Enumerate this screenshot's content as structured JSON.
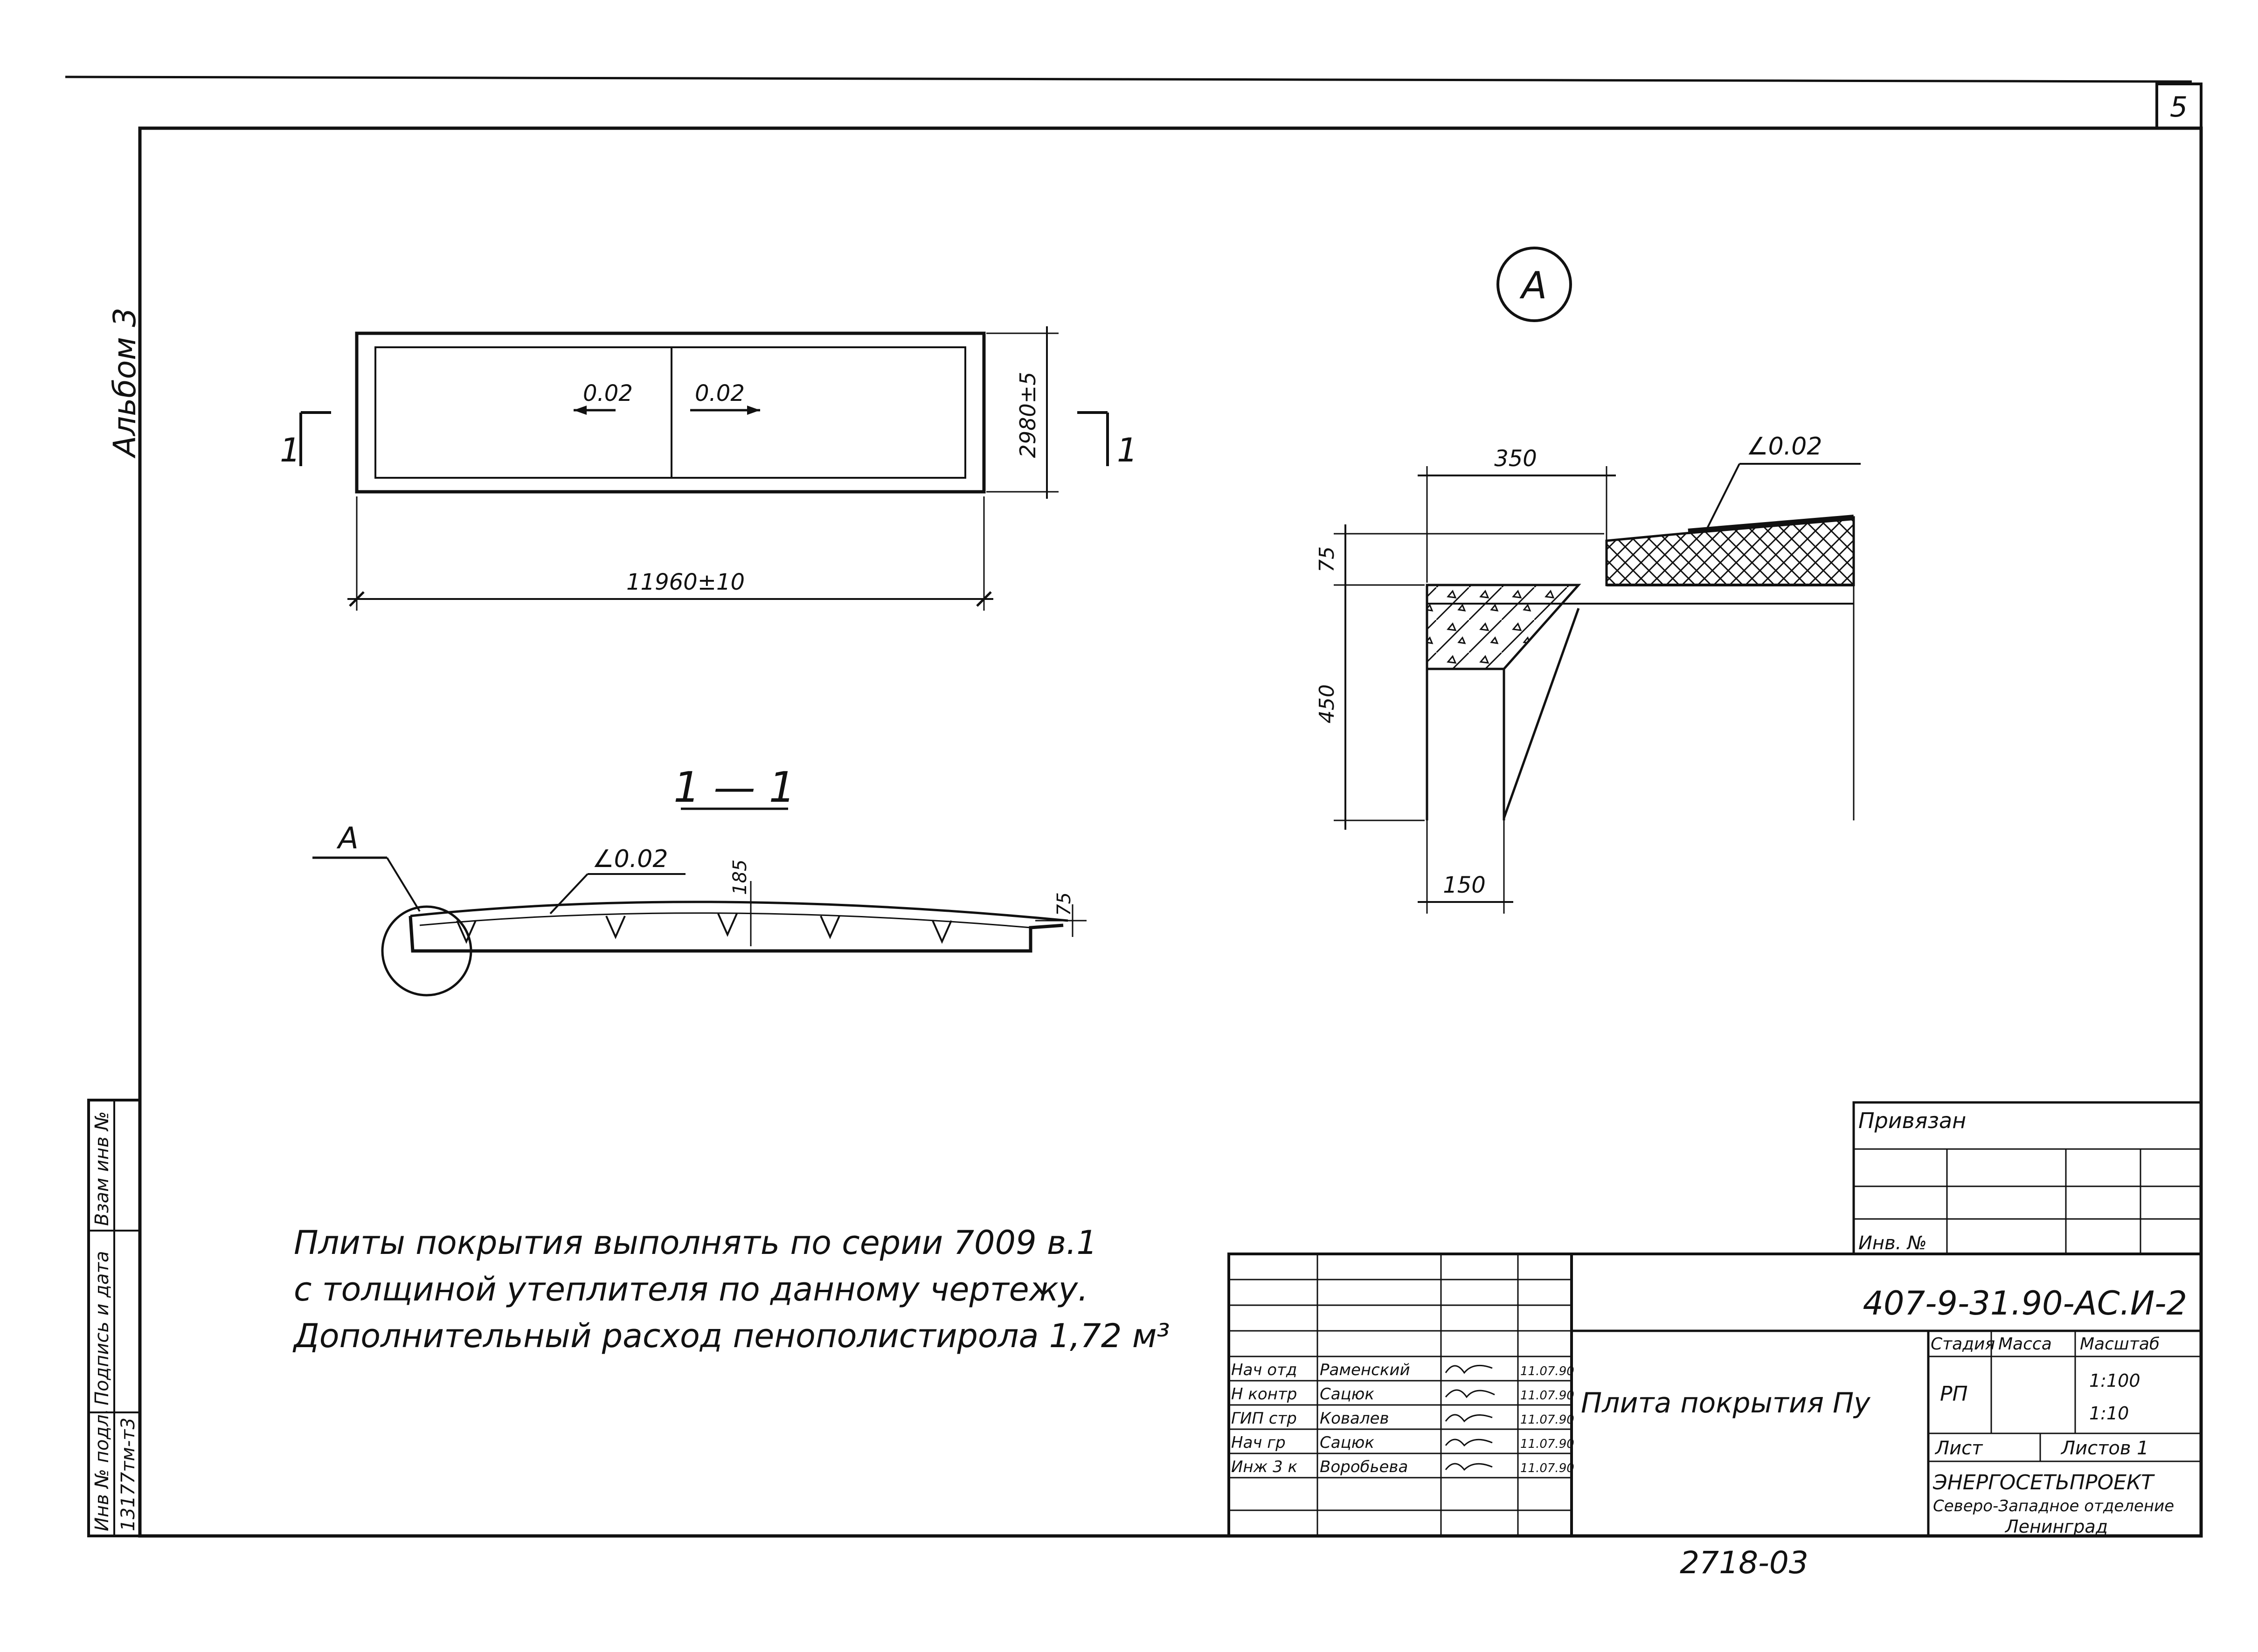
{
  "sheet": {
    "page_number": "5",
    "album_label": "Альбом 3",
    "archive_number": "2718-03"
  },
  "plan_view": {
    "length_dim": "11960±10",
    "width_dim": "2980±5",
    "slope_left": "0.02",
    "slope_right": "0.02",
    "section_marker": "1"
  },
  "section_view": {
    "title": "1 — 1",
    "detail_callout": "А",
    "slope": "∠0.02",
    "height_dim": "185",
    "edge_dim": "75"
  },
  "detail_view": {
    "label": "А",
    "slope": "∠0.02",
    "dim_top": "350",
    "dim_insulation": "75",
    "dim_height": "450",
    "dim_bottom": "150"
  },
  "notes": {
    "lines": [
      "Плиты покрытия выполнять по серии 7009 в.1",
      "с толщиной утеплителя по данному чертежу.",
      "Дополнительный расход пенополистирола 1,72 м³"
    ]
  },
  "side_stamp": {
    "inv_orig": "Инв № подл.",
    "inv_orig_value": "13177тм-т3",
    "sign_date": "Подпись и дата",
    "replace_inv": "Взам инв №"
  },
  "binding_block": {
    "label": "Привязан",
    "inv_label": "Инв. №"
  },
  "title_block": {
    "doc_code": "407-9-31.90-АС.И-2",
    "title": "Плита покрытия Пу",
    "stage_header": "Стадия",
    "mass_header": "Масса",
    "scale_header": "Масштаб",
    "stage": "РП",
    "scale_1": "1:100",
    "scale_2": "1:10",
    "sheet_label": "Лист",
    "sheets_label": "Листов 1",
    "org_name": "ЭНЕРГОСЕТЬПРОЕКТ",
    "org_branch": "Северо-Западное отделение",
    "org_city": "Ленинград",
    "signers": [
      {
        "role": "Нач отд",
        "name": "Раменский",
        "date": "11.07.90"
      },
      {
        "role": "Н контр",
        "name": "Сацюк",
        "date": "11.07.90"
      },
      {
        "role": "ГИП стр",
        "name": "Ковалев",
        "date": "11.07.90"
      },
      {
        "role": "Нач гр",
        "name": "Сацюк",
        "date": "11.07.90"
      },
      {
        "role": "Инж 3 к",
        "name": "Воробьева",
        "date": "11.07.90"
      }
    ]
  }
}
